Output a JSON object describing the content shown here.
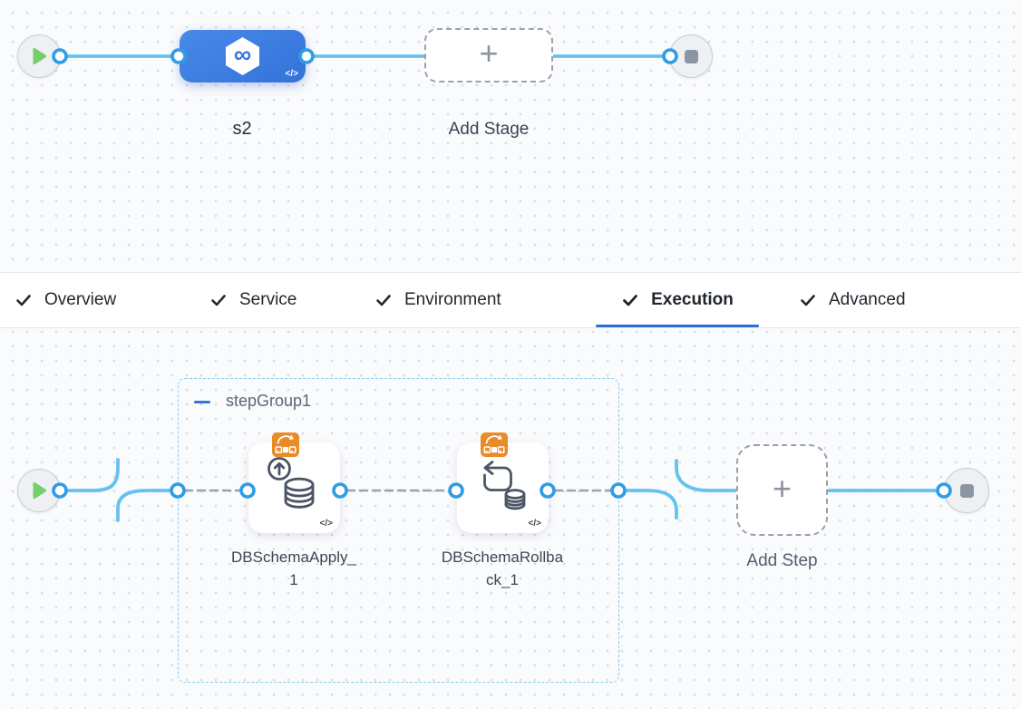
{
  "stage_flow": {
    "stage_label": "s2",
    "add_stage_label": "Add Stage"
  },
  "config_tabs": {
    "active": "Execution",
    "items": [
      {
        "label": "Overview"
      },
      {
        "label": "Service"
      },
      {
        "label": "Environment"
      },
      {
        "label": "Execution"
      },
      {
        "label": "Advanced"
      }
    ]
  },
  "execution_flow": {
    "step_group_label": "stepGroup1",
    "steps": [
      {
        "label": "DBSchemaApply_1"
      },
      {
        "label": "DBSchemaRollback_1"
      }
    ],
    "add_step_label": "Add Step"
  },
  "icons": {
    "plus": "+",
    "yaml_badge": "</>",
    "stage_type_glyph": "∞"
  },
  "colors": {
    "accent_blue": "#2a6fd6",
    "node_blue": "#3b7ade",
    "flow_line_blue": "#64c2ef",
    "connector_ring": "#2f9de6",
    "step_group_border": "#85cceb",
    "badge_orange": "#e98b27",
    "play_green": "#74ce69"
  }
}
